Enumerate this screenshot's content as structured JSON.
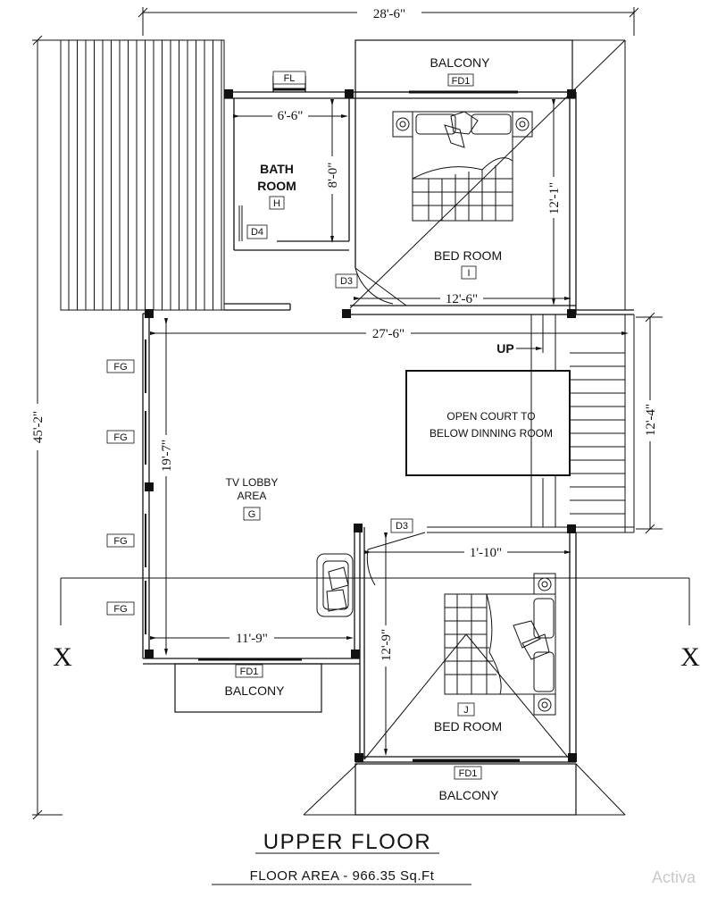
{
  "title": "UPPER FLOOR",
  "subtitle": "FLOOR AREA - 966.35 Sq.Ft",
  "watermark": "Activa",
  "section_mark": "X",
  "dimensions": {
    "overall_width": "28'-6\"",
    "overall_depth": "45'-2\"",
    "bath_width": "6'-6\"",
    "bath_depth": "8'-0\"",
    "bed1_depth": "12'-1\"",
    "bed1_width": "12'-6\"",
    "lobby_width": "27'-6\"",
    "lobby_depth": "19'-7\"",
    "court_depth": "12'-4\"",
    "bed2_width": "1'-10\"",
    "bed2_depth": "12'-9\"",
    "balcony_width": "11'-9\""
  },
  "rooms": {
    "balcony_top": "BALCONY",
    "bath_line1": "BATH",
    "bath_line2": "ROOM",
    "bath_tag": "H",
    "bed1": "BED ROOM",
    "bed1_tag": "I",
    "lobby_line1": "TV LOBBY",
    "lobby_line2": "AREA",
    "lobby_tag": "G",
    "court_line1": "OPEN COURT TO",
    "court_line2": "BELOW DINNING ROOM",
    "stair_up": "UP",
    "balcony_left": "BALCONY",
    "bed2": "BED ROOM",
    "bed2_tag": "J",
    "balcony_bottom": "BALCONY"
  },
  "openings": {
    "fl": "FL",
    "fd1": "FD1",
    "d3": "D3",
    "d4": "D4",
    "fg": "FG"
  }
}
